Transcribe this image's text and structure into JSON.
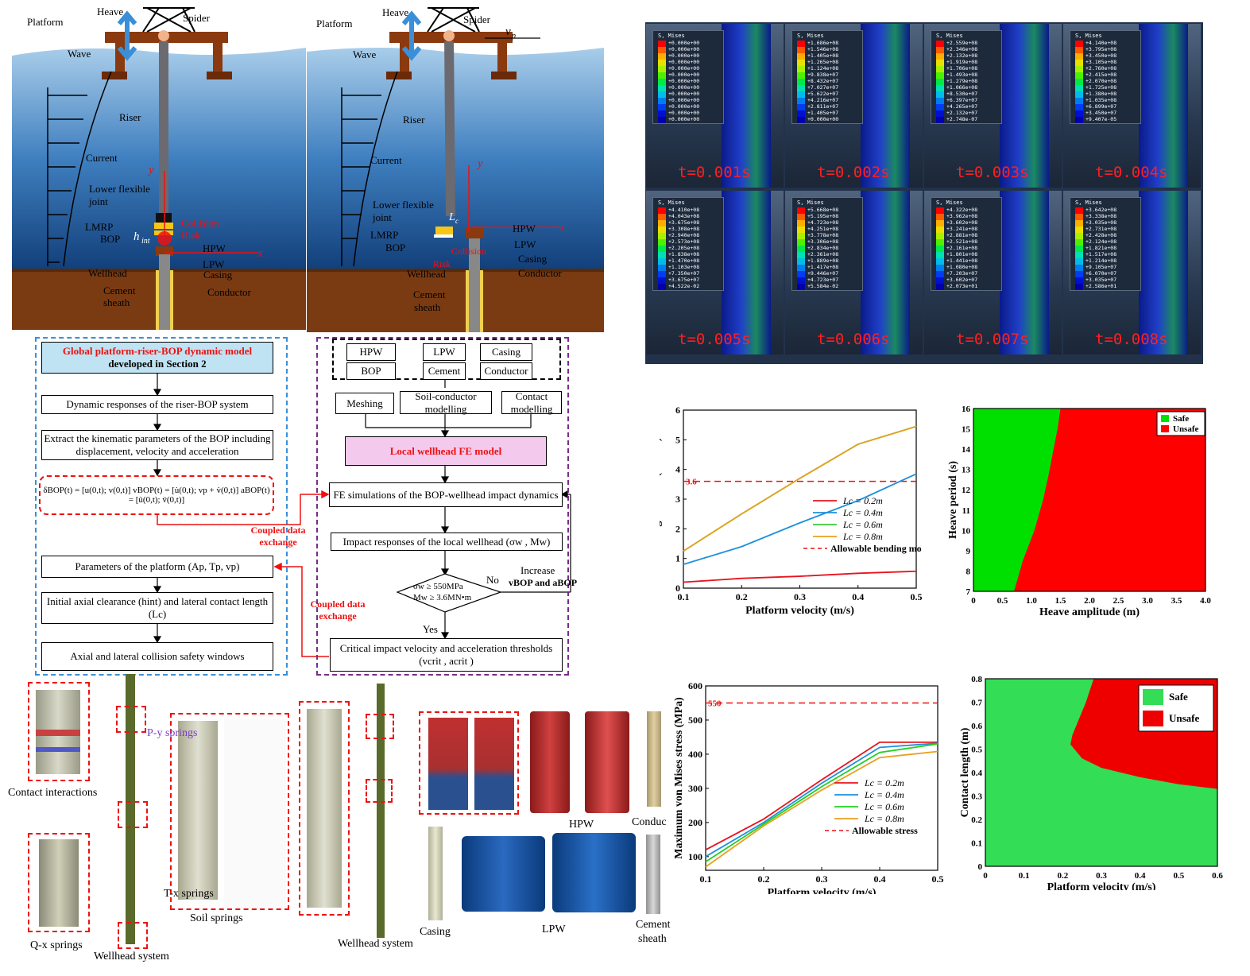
{
  "scene_left": {
    "platform": "Platform",
    "heave": "Heave",
    "spider": "Spider",
    "wave": "Wave",
    "riser": "Riser",
    "current": "Current",
    "lower_flexible_joint": "Lower flexible",
    "joint": "joint",
    "lmrp": "LMRP",
    "bop": "BOP",
    "collision": "Collision",
    "risk": "Risk",
    "hint": "h",
    "hint_sub": "int",
    "hpw": "HPW",
    "lpw": "LPW",
    "wellhead": "Wellhead",
    "casing": "Casing",
    "cement": "Cement",
    "sheath": "sheath",
    "conductor": "Conductor",
    "axis_y": "y",
    "axis_x": "x"
  },
  "scene_right": {
    "platform": "Platform",
    "heave": "Heave",
    "spider": "Spider",
    "wave": "Wave",
    "vp": "v",
    "vp_sub": "p",
    "riser": "Riser",
    "current": "Current",
    "lower_flexible_joint": "Lower flexible",
    "joint": "joint",
    "lmrp": "LMRP",
    "bop": "BOP",
    "lc": "L",
    "lc_sub": "c",
    "collision": "Collision",
    "risk": "Risk",
    "hpw": "HPW",
    "lpw": "LPW",
    "casing": "Casing",
    "wellhead": "Wellhead",
    "conductor": "Conductor",
    "cement": "Cement",
    "sheath": "sheath",
    "axis_y": "y",
    "axis_x": "x"
  },
  "fe_panels": [
    {
      "time": "t=0.001s",
      "header": "S, Mises",
      "values": [
        "+0.000e+00",
        "+0.000e+00",
        "+0.000e+00",
        "+0.000e+00",
        "+0.000e+00",
        "+0.000e+00",
        "+0.000e+00",
        "+0.000e+00",
        "+0.000e+00",
        "+0.000e+00",
        "+0.000e+00",
        "+0.000e+00",
        "+0.000e+00"
      ]
    },
    {
      "time": "t=0.002s",
      "header": "S, Mises",
      "values": [
        "+1.686e+08",
        "+1.546e+08",
        "+1.405e+08",
        "+1.265e+08",
        "+1.124e+08",
        "+9.838e+07",
        "+8.432e+07",
        "+7.027e+07",
        "+5.622e+07",
        "+4.216e+07",
        "+2.811e+07",
        "+1.405e+07",
        "+0.000e+00"
      ]
    },
    {
      "time": "t=0.003s",
      "header": "S, Mises",
      "values": [
        "+2.559e+08",
        "+2.346e+08",
        "+2.132e+08",
        "+1.919e+08",
        "+1.706e+08",
        "+1.493e+08",
        "+1.279e+08",
        "+1.066e+08",
        "+8.530e+07",
        "+6.397e+07",
        "+4.265e+07",
        "+2.132e+07",
        "+2.748e-07"
      ]
    },
    {
      "time": "t=0.004s",
      "header": "S, Mises",
      "values": [
        "+4.140e+08",
        "+3.795e+08",
        "+3.450e+08",
        "+3.105e+08",
        "+2.760e+08",
        "+2.415e+08",
        "+2.070e+08",
        "+1.725e+08",
        "+1.380e+08",
        "+1.035e+08",
        "+6.899e+07",
        "+3.450e+07",
        "+9.407e-05"
      ]
    },
    {
      "time": "t=0.005s",
      "header": "S, Mises",
      "values": [
        "+4.410e+08",
        "+4.043e+08",
        "+3.675e+08",
        "+3.308e+08",
        "+2.940e+08",
        "+2.573e+08",
        "+2.205e+08",
        "+1.838e+08",
        "+1.470e+08",
        "+1.103e+08",
        "+7.350e+07",
        "+3.675e+07",
        "+4.522e-02"
      ]
    },
    {
      "time": "t=0.006s",
      "header": "S, Mises",
      "values": [
        "+5.668e+08",
        "+5.195e+08",
        "+4.723e+08",
        "+4.251e+08",
        "+3.778e+08",
        "+3.306e+08",
        "+2.834e+08",
        "+2.361e+08",
        "+1.889e+08",
        "+1.417e+08",
        "+9.446e+07",
        "+4.723e+07",
        "+5.584e-02"
      ]
    },
    {
      "time": "t=0.007s",
      "header": "S, Mises",
      "values": [
        "+4.322e+08",
        "+3.962e+08",
        "+3.602e+08",
        "+3.241e+08",
        "+2.881e+08",
        "+2.521e+08",
        "+2.161e+08",
        "+1.801e+08",
        "+1.441e+08",
        "+1.080e+08",
        "+7.203e+07",
        "+3.602e+07",
        "+2.073e+01"
      ]
    },
    {
      "time": "t=0.008s",
      "header": "S, Mises",
      "values": [
        "+3.642e+08",
        "+3.338e+08",
        "+3.035e+08",
        "+2.731e+08",
        "+2.428e+08",
        "+2.124e+08",
        "+1.821e+08",
        "+1.517e+08",
        "+1.214e+08",
        "+9.105e+07",
        "+6.070e+07",
        "+3.035e+07",
        "+2.586e+01"
      ]
    }
  ],
  "legend_colors": [
    "#ff0000",
    "#ff5a00",
    "#ffae00",
    "#e8e000",
    "#a8f000",
    "#4cf000",
    "#00e84a",
    "#00e0b0",
    "#00bce8",
    "#007cf0",
    "#003cf0",
    "#0010d0",
    "#0000a8"
  ],
  "flowchart": {
    "global_title": "Global platform-riser-BOP dynamic model",
    "global_sub": "developed in Section 2",
    "dynamic": "Dynamic responses of the riser-BOP system",
    "extract": "Extract the kinematic parameters of the BOP including displacement, velocity and acceleration",
    "formula": "δBOP(t) = [u(0,t); v(0,t)]   vBOP(t) = [u̇(0,t); vp + v̇(0,t)]   aBOP(t) = [ü(0,t); v̈(0,t)]",
    "coupled1": "Coupled data exchange",
    "params": "Parameters of the platform (Ap, Tp, vp)",
    "initial": "Initial axial clearance (hint) and lateral contact length (Lc)",
    "windows": "Axial and lateral collision safety windows",
    "coupled2": "Coupled data exchange",
    "components": [
      "HPW",
      "LPW",
      "Casing",
      "BOP",
      "Cement",
      "Conductor"
    ],
    "meshing": "Meshing",
    "soil": "Soil-conductor modelling",
    "contact": "Contact modelling",
    "local": "Local wellhead FE model",
    "fe_sim": "FE simulations of the BOP-wellhead impact dynamics",
    "impact": "Impact responses of the local wellhead (σw , Mw)",
    "cond1": "σw ≥ 550MPa",
    "cond2": "Mw ≥ 3.6MN•m",
    "no": "No",
    "increase": "Increase",
    "increase2": "vBOP and aBOP",
    "yes": "Yes",
    "critical": "Critical impact velocity and acceleration thresholds",
    "critical2": "(vcrit , acrit )"
  },
  "chart_data": [
    {
      "type": "line",
      "xlabel": "Platform velocity (m/s)",
      "ylabel": "Bending moment (MN·m)",
      "xlim": [
        0.1,
        0.5
      ],
      "ylim": [
        0,
        6
      ],
      "xticks": [
        "0.1",
        "0.2",
        "0.3",
        "0.4",
        "0.5"
      ],
      "yticks": [
        "0",
        "1",
        "2",
        "3",
        "4",
        "5",
        "6"
      ],
      "threshold": {
        "value": 3.6,
        "label": "3.6",
        "name": "Allowable bending moment",
        "color": "#e11"
      },
      "series": [
        {
          "name": "Lc = 0.2m",
          "color": "#e8141e",
          "x": [
            0.1,
            0.2,
            0.3,
            0.4,
            0.5
          ],
          "y": [
            0.2,
            0.33,
            0.4,
            0.5,
            0.57
          ]
        },
        {
          "name": "Lc = 0.4m",
          "color": "#1e90dc",
          "x": [
            0.1,
            0.2,
            0.3,
            0.4,
            0.5
          ],
          "y": [
            0.8,
            1.4,
            2.2,
            2.95,
            3.85
          ]
        },
        {
          "name": "Lc = 0.6m",
          "color": "#3cc83c",
          "x": [
            0.1,
            0.2,
            0.3,
            0.4,
            0.5
          ],
          "y": [
            1.25,
            2.5,
            3.7,
            4.85,
            5.45
          ]
        },
        {
          "name": "Lc = 0.8m",
          "color": "#e8a020",
          "x": [
            0.1,
            0.2,
            0.3,
            0.4,
            0.5
          ],
          "y": [
            1.25,
            2.5,
            3.7,
            4.85,
            5.45
          ]
        }
      ]
    },
    {
      "type": "area",
      "xlabel": "Heave amplitude (m)",
      "ylabel": "Heave period (s)",
      "xlim": [
        0,
        4
      ],
      "ylim": [
        7,
        16
      ],
      "xticks": [
        "0",
        "0.5",
        "1.0",
        "1.5",
        "2.0",
        "2.5",
        "3.0",
        "3.5",
        "4.0"
      ],
      "yticks": [
        "7",
        "8",
        "9",
        "10",
        "11",
        "12",
        "13",
        "14",
        "15",
        "16"
      ],
      "legend": [
        {
          "name": "Safe",
          "color": "#00e000"
        },
        {
          "name": "Unsafe",
          "color": "#ff0000"
        }
      ],
      "boundary": {
        "x": [
          0.7,
          0.85,
          1.05,
          1.2,
          1.3,
          1.38,
          1.45,
          1.5
        ],
        "y": [
          7,
          8.5,
          10,
          11.5,
          12.8,
          14,
          15,
          16
        ]
      }
    },
    {
      "type": "line",
      "xlabel": "Platform velocity (m/s)",
      "ylabel": "Maximum von Mises stress (MPa)",
      "xlim": [
        0.1,
        0.5
      ],
      "ylim": [
        60,
        600
      ],
      "xticks": [
        "0.1",
        "0.2",
        "0.3",
        "0.4",
        "0.5"
      ],
      "yticks": [
        "100",
        "200",
        "300",
        "400",
        "500",
        "600"
      ],
      "threshold": {
        "value": 550,
        "label": "550",
        "name": "Allowable stress",
        "color": "#e11"
      },
      "series": [
        {
          "name": "Lc = 0.2m",
          "color": "#e8141e",
          "x": [
            0.1,
            0.2,
            0.3,
            0.4,
            0.5
          ],
          "y": [
            120,
            210,
            325,
            435,
            435
          ]
        },
        {
          "name": "Lc = 0.4m",
          "color": "#1e90dc",
          "x": [
            0.1,
            0.2,
            0.3,
            0.4,
            0.5
          ],
          "y": [
            100,
            200,
            315,
            420,
            432
          ]
        },
        {
          "name": "Lc = 0.6m",
          "color": "#20d020",
          "x": [
            0.1,
            0.2,
            0.3,
            0.4,
            0.5
          ],
          "y": [
            85,
            195,
            305,
            405,
            430
          ]
        },
        {
          "name": "Lc = 0.8m",
          "color": "#e8a020",
          "x": [
            0.1,
            0.2,
            0.3,
            0.4,
            0.5
          ],
          "y": [
            70,
            190,
            295,
            390,
            408
          ]
        }
      ]
    },
    {
      "type": "area",
      "xlabel": "Platform velocity (m/s)",
      "ylabel": "Contact length (m)",
      "xlim": [
        0,
        0.6
      ],
      "ylim": [
        0,
        0.8
      ],
      "xticks": [
        "0",
        "0.1",
        "0.2",
        "0.3",
        "0.4",
        "0.5",
        "0.6"
      ],
      "yticks": [
        "0",
        "0.1",
        "0.2",
        "0.3",
        "0.4",
        "0.5",
        "0.6",
        "0.7",
        "0.8"
      ],
      "legend": [
        {
          "name": "Safe",
          "color": "#33dd55"
        },
        {
          "name": "Unsafe",
          "color": "#ee0000"
        }
      ],
      "boundary_upper": {
        "x": [
          0.28,
          0.26,
          0.24,
          0.225,
          0.22
        ],
        "y": [
          0.8,
          0.7,
          0.62,
          0.56,
          0.52
        ]
      },
      "boundary_lower": {
        "x": [
          0.22,
          0.25,
          0.3,
          0.4,
          0.5,
          0.6
        ],
        "y": [
          0.52,
          0.46,
          0.42,
          0.38,
          0.35,
          0.33
        ]
      }
    }
  ],
  "bottom": {
    "contact_interactions": "Contact interactions",
    "qx_springs": "Q-x springs",
    "wellhead_system": "Wellhead system",
    "py_springs": "P-y springs",
    "tx_springs": "T-x springs",
    "soil_springs": "Soil springs",
    "wellhead_system2": "Wellhead system",
    "casing": "Casing",
    "lpw": "LPW",
    "hpw": "HPW",
    "conductor": "Conduc",
    "cement": "Cement",
    "sheath": "sheath"
  }
}
